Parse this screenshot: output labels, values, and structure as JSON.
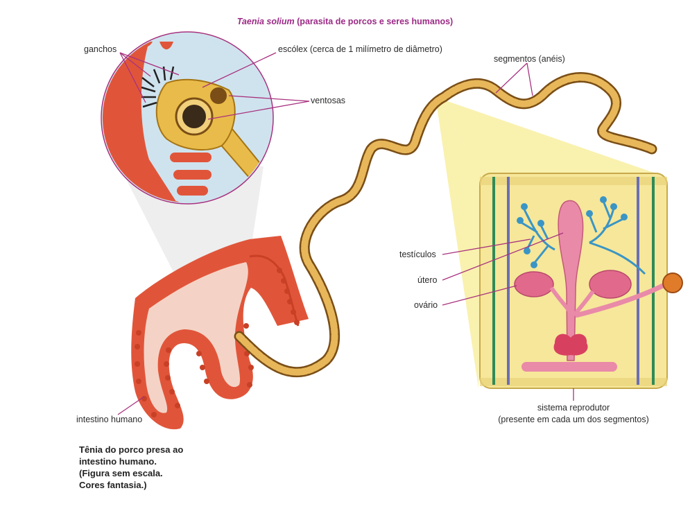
{
  "title": {
    "species": "Taenia solium",
    "rest": " (parasita de porcos e seres humanos)"
  },
  "labels": {
    "ganchos": "ganchos",
    "escolex": "escólex (cerca de 1 milímetro de diâmetro)",
    "ventosas": "ventosas",
    "segmentos": "segmentos (anéis)",
    "testiculos": "testículos",
    "utero": "útero",
    "ovario": "ovário",
    "intestino": "intestino humano",
    "sistema_line1": "sistema reprodutor",
    "sistema_line2": "(presente em cada um dos segmentos)"
  },
  "caption": {
    "line1": "Tênia do porco presa ao",
    "line2": "intestino humano.",
    "line3": "(Figura sem escala.",
    "line4": "Cores fantasia.)"
  },
  "colors": {
    "title": "#9b2a86",
    "leader_lines": "#a8327f",
    "intestine": "#e0553a",
    "intestine_inner": "#f4d3c6",
    "worm": "#c98f2a",
    "segment_bg": "#f6e79a",
    "uterus": "#e98aa8",
    "testes": "#3a95c5",
    "ovary": "#e16a8c"
  }
}
